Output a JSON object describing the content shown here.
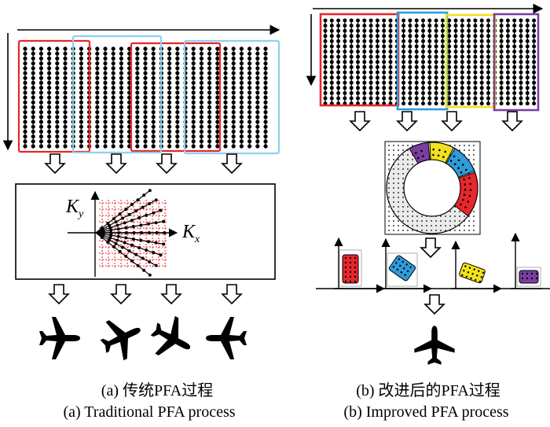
{
  "panel_a": {
    "axis_ky": "K",
    "axis_ky_sub": "y",
    "axis_kx": "K",
    "axis_kx_sub": "x",
    "caption_zh": "(a) 传统PFA过程",
    "caption_en": "(a) Traditional PFA process"
  },
  "panel_b": {
    "caption_zh": "(b) 改进后的PFA过程",
    "caption_en": "(b) Improved PFA process"
  },
  "colors": {
    "red": "#e8262b",
    "blue": "#2f9bd8",
    "yellow": "#f2e21b",
    "purple": "#7a3fa0",
    "black": "#000000"
  },
  "icons": [
    "arrow-right-icon",
    "arrow-down-icon",
    "hollow-down-arrow-icon",
    "airplane-icon"
  ]
}
